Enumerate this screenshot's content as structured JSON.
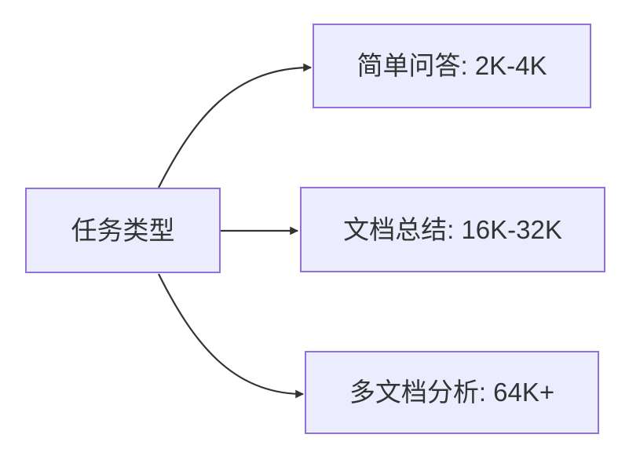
{
  "diagram": {
    "type": "flowchart",
    "direction": "left-to-right",
    "colors": {
      "background": "#ffffff",
      "node_fill": "#ECECFF",
      "node_border": "#9370DB",
      "edge_color": "#333333",
      "text_color": "#333333"
    },
    "root": {
      "label": "任务类型"
    },
    "branches": [
      {
        "label": "简单问答: 2K-4K"
      },
      {
        "label": "文档总结: 16K-32K"
      },
      {
        "label": "多文档分析: 64K+"
      }
    ]
  }
}
